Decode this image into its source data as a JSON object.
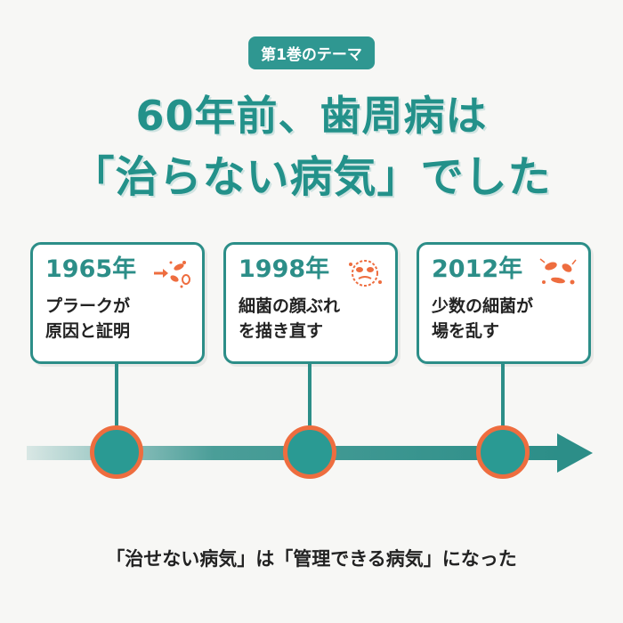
{
  "header": {
    "badge": "第1巻のテーマ",
    "title_line1": "60年前、歯周病は",
    "title_line2": "「治らない病気」でした"
  },
  "timeline": [
    {
      "year": "1965年",
      "line1": "プラークが",
      "line2": "原因と証明",
      "icon": "bacteria-arrow-icon"
    },
    {
      "year": "1998年",
      "line1": "細菌の顔ぶれ",
      "line2": "を描き直す",
      "icon": "bacteria-face-icon"
    },
    {
      "year": "2012年",
      "line1": "少数の細菌が",
      "line2": "場を乱す",
      "icon": "bacteria-cluster-icon"
    }
  ],
  "footer": "「治せない病気」は「管理できる病気」になった",
  "colors": {
    "teal": "#2c8e88",
    "accent_orange": "#ee6d3f",
    "background": "#f7f7f5"
  }
}
